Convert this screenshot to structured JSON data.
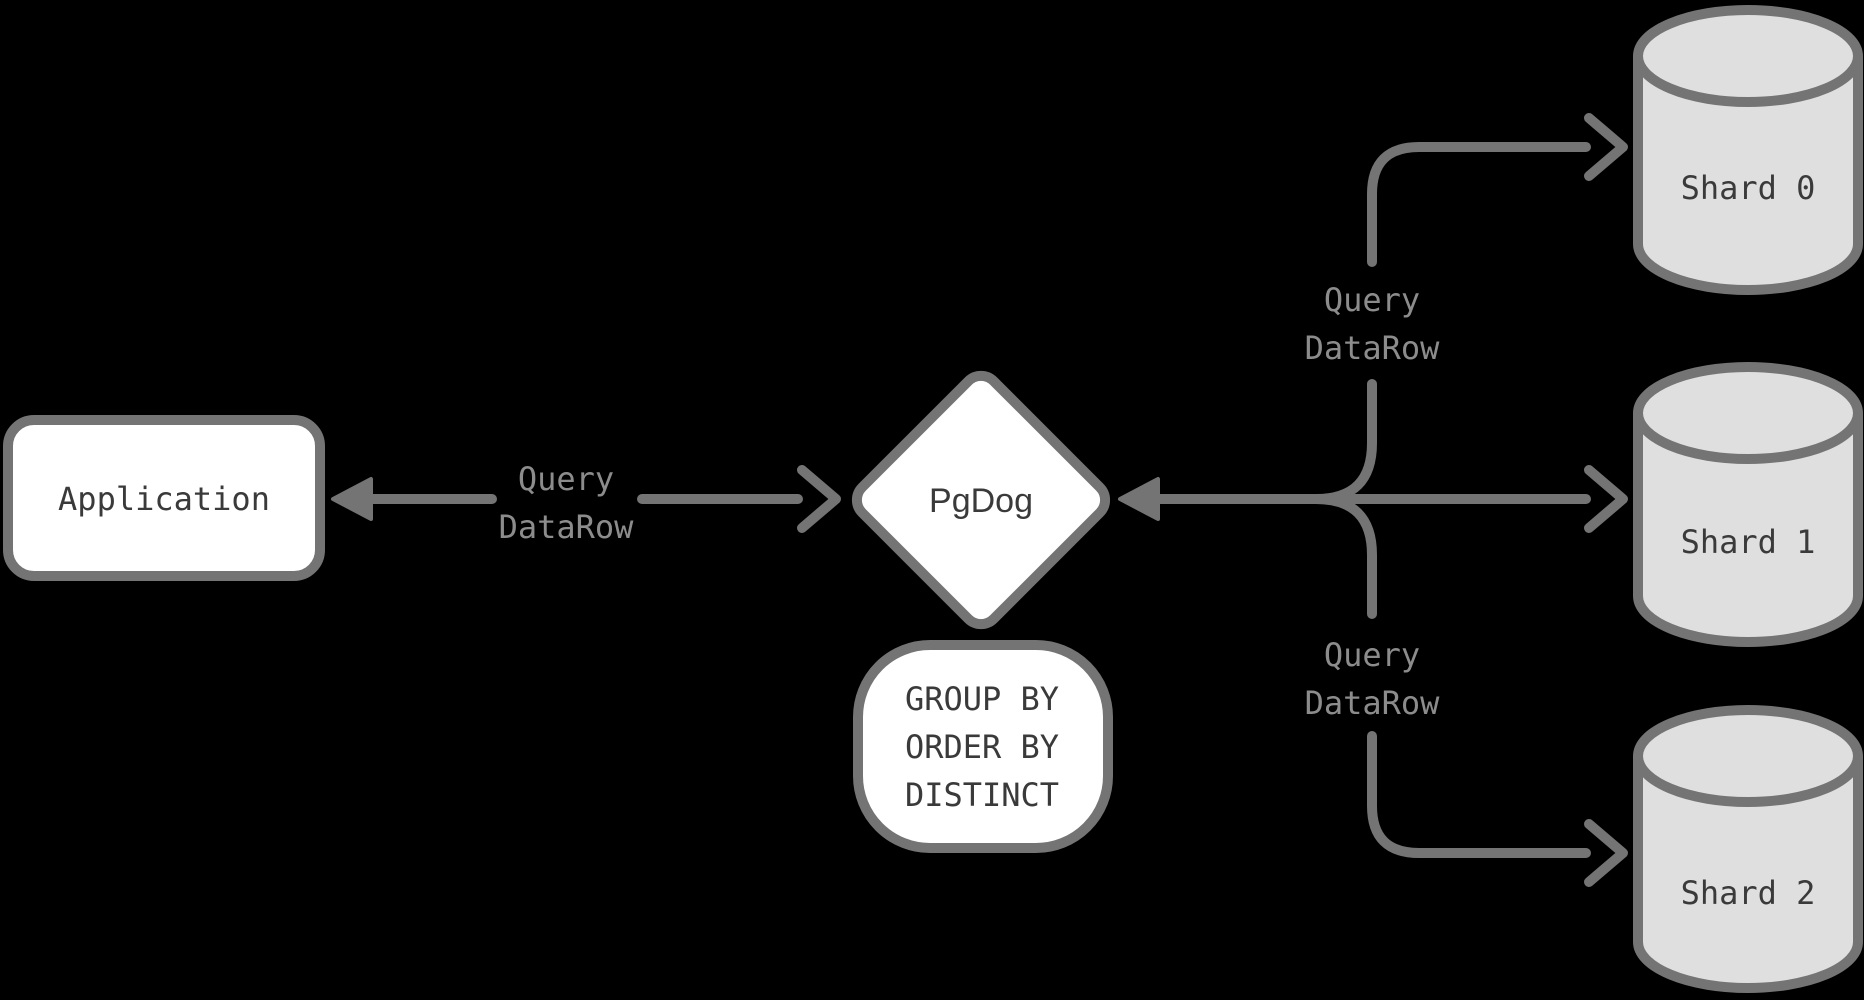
{
  "colors": {
    "background": "#000000",
    "connector": "#747474",
    "node_border": "#747474",
    "node_fill": "#ffffff",
    "cylinder_fill": "#dfdfdf",
    "node_text": "#3a3a3a",
    "edge_label_text": "#8c8c8c"
  },
  "nodes": {
    "application": {
      "label": "Application"
    },
    "pgdog": {
      "label": "PgDog"
    },
    "operations": {
      "lines": [
        "GROUP BY",
        "ORDER BY",
        "DISTINCT"
      ]
    },
    "shards": [
      {
        "label": "Shard 0"
      },
      {
        "label": "Shard 1"
      },
      {
        "label": "Shard 2"
      }
    ]
  },
  "edges": {
    "app_pgdog": {
      "line1": "Query",
      "line2": "DataRow"
    },
    "pgdog_shard0": {
      "line1": "Query",
      "line2": "DataRow"
    },
    "pgdog_shard2": {
      "line1": "Query",
      "line2": "DataRow"
    }
  }
}
